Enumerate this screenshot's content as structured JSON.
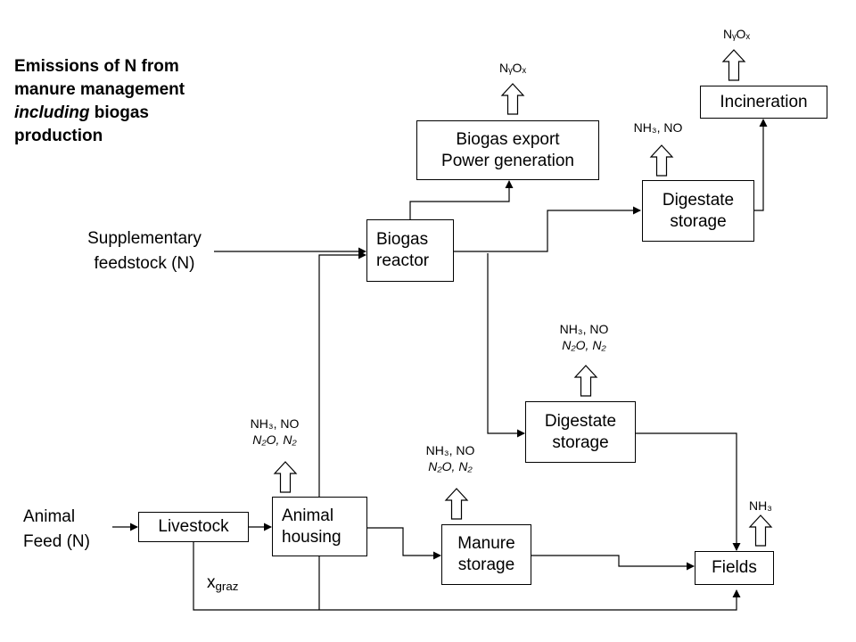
{
  "title": {
    "line1": "Emissions of N from",
    "line2": "manure management",
    "line3_italic": "including",
    "line3_rest": " biogas",
    "line4": "production"
  },
  "inputs": {
    "supplementary_line1": "Supplementary",
    "supplementary_line2": "feedstock (N)",
    "animal_feed_line1": "Animal",
    "animal_feed_line2": "Feed (N)",
    "xgraz_main": "x",
    "xgraz_sub": "graz"
  },
  "boxes": {
    "livestock": "Livestock",
    "animal_housing_1": "Animal",
    "animal_housing_2": "housing",
    "manure_storage_1": "Manure",
    "manure_storage_2": "storage",
    "fields": "Fields",
    "biogas_reactor_1": "Biogas",
    "biogas_reactor_2": "reactor",
    "biogas_export_1": "Biogas export",
    "biogas_export_2": "Power generation",
    "digestate_storage_top_1": "Digestate",
    "digestate_storage_top_2": "storage",
    "digestate_storage_mid_1": "Digestate",
    "digestate_storage_mid_2": "storage",
    "incineration": "Incineration"
  },
  "emissions": {
    "nh3_no": "NH₃, NO",
    "n2o_n2": "N₂O, N₂",
    "nyox": "NᵧOₓ",
    "nh3": "NH₃"
  }
}
